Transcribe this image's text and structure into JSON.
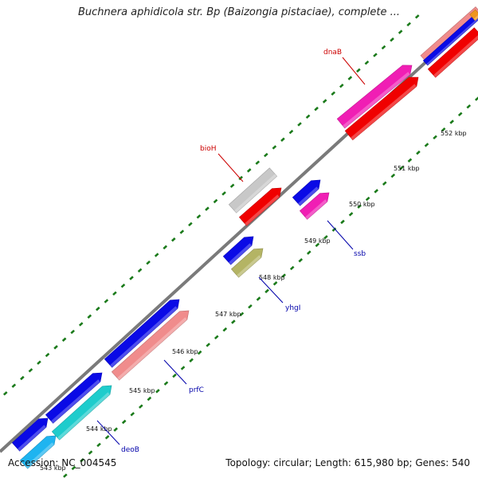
{
  "header": {
    "title": "Buchnera aphidicola str. Bp (Baizongia pistaciae), complete ..."
  },
  "footer": {
    "accession": "Accession: NC_004545",
    "summary": "Topology: circular; Length: 615,980 bp; Genes: 540"
  },
  "colors": {
    "backbone": "#7a7a7a",
    "tick": "#1a7a1a",
    "label_red": "#cc0000",
    "label_blue": "#0000aa",
    "feature_blue": "#0a0ae6",
    "feature_red": "#f00000",
    "feature_magenta": "#f01eb4",
    "feature_cyan": "#1ecccc",
    "feature_lightblue": "#1eb4f0",
    "feature_salmon": "#f08c8c",
    "feature_gray": "#c8c8c8",
    "feature_olive": "#b4b464",
    "feature_orange": "#f0961e"
  },
  "ticks": [
    {
      "label": "543 kbp",
      "value": 543
    },
    {
      "label": "544 kbp",
      "value": 544
    },
    {
      "label": "545 kbp",
      "value": 545
    },
    {
      "label": "546 kbp",
      "value": 546
    },
    {
      "label": "547 kbp",
      "value": 547
    },
    {
      "label": "548 kbp",
      "value": 548
    },
    {
      "label": "549 kbp",
      "value": 549
    },
    {
      "label": "550 kbp",
      "value": 550
    },
    {
      "label": "551 kbp",
      "value": 551
    },
    {
      "label": "552 kbp",
      "value": 552
    }
  ],
  "labels": [
    {
      "name": "dnaB",
      "color": "label_red"
    },
    {
      "name": "bioH",
      "color": "label_red"
    },
    {
      "name": "ssb",
      "color": "label_blue"
    },
    {
      "name": "yhgI",
      "color": "label_blue"
    },
    {
      "name": "prfC",
      "color": "label_blue"
    },
    {
      "name": "deoB",
      "color": "label_blue"
    }
  ],
  "features": [
    {
      "id": "f-blue-543",
      "color": "feature_blue"
    },
    {
      "id": "f-lightblue-543",
      "color": "feature_lightblue"
    },
    {
      "id": "f-blue-544",
      "color": "feature_blue"
    },
    {
      "id": "f-cyan-544",
      "color": "feature_cyan"
    },
    {
      "id": "f-blue-546",
      "color": "feature_blue"
    },
    {
      "id": "f-salmon-546",
      "color": "feature_salmon"
    },
    {
      "id": "f-blue-548",
      "color": "feature_blue"
    },
    {
      "id": "f-olive-548",
      "color": "feature_olive"
    },
    {
      "id": "f-gray-bioH",
      "color": "feature_gray"
    },
    {
      "id": "f-red-bioH",
      "color": "feature_red"
    },
    {
      "id": "f-blue-550",
      "color": "feature_blue"
    },
    {
      "id": "f-magenta-ssb",
      "color": "feature_magenta"
    },
    {
      "id": "f-magenta-dnaB",
      "color": "feature_magenta"
    },
    {
      "id": "f-red-dnaB",
      "color": "feature_red"
    },
    {
      "id": "f-salmon-top",
      "color": "feature_salmon"
    },
    {
      "id": "f-blue-top",
      "color": "feature_blue"
    },
    {
      "id": "f-red-top",
      "color": "feature_red"
    },
    {
      "id": "f-orange-top",
      "color": "feature_orange"
    }
  ]
}
